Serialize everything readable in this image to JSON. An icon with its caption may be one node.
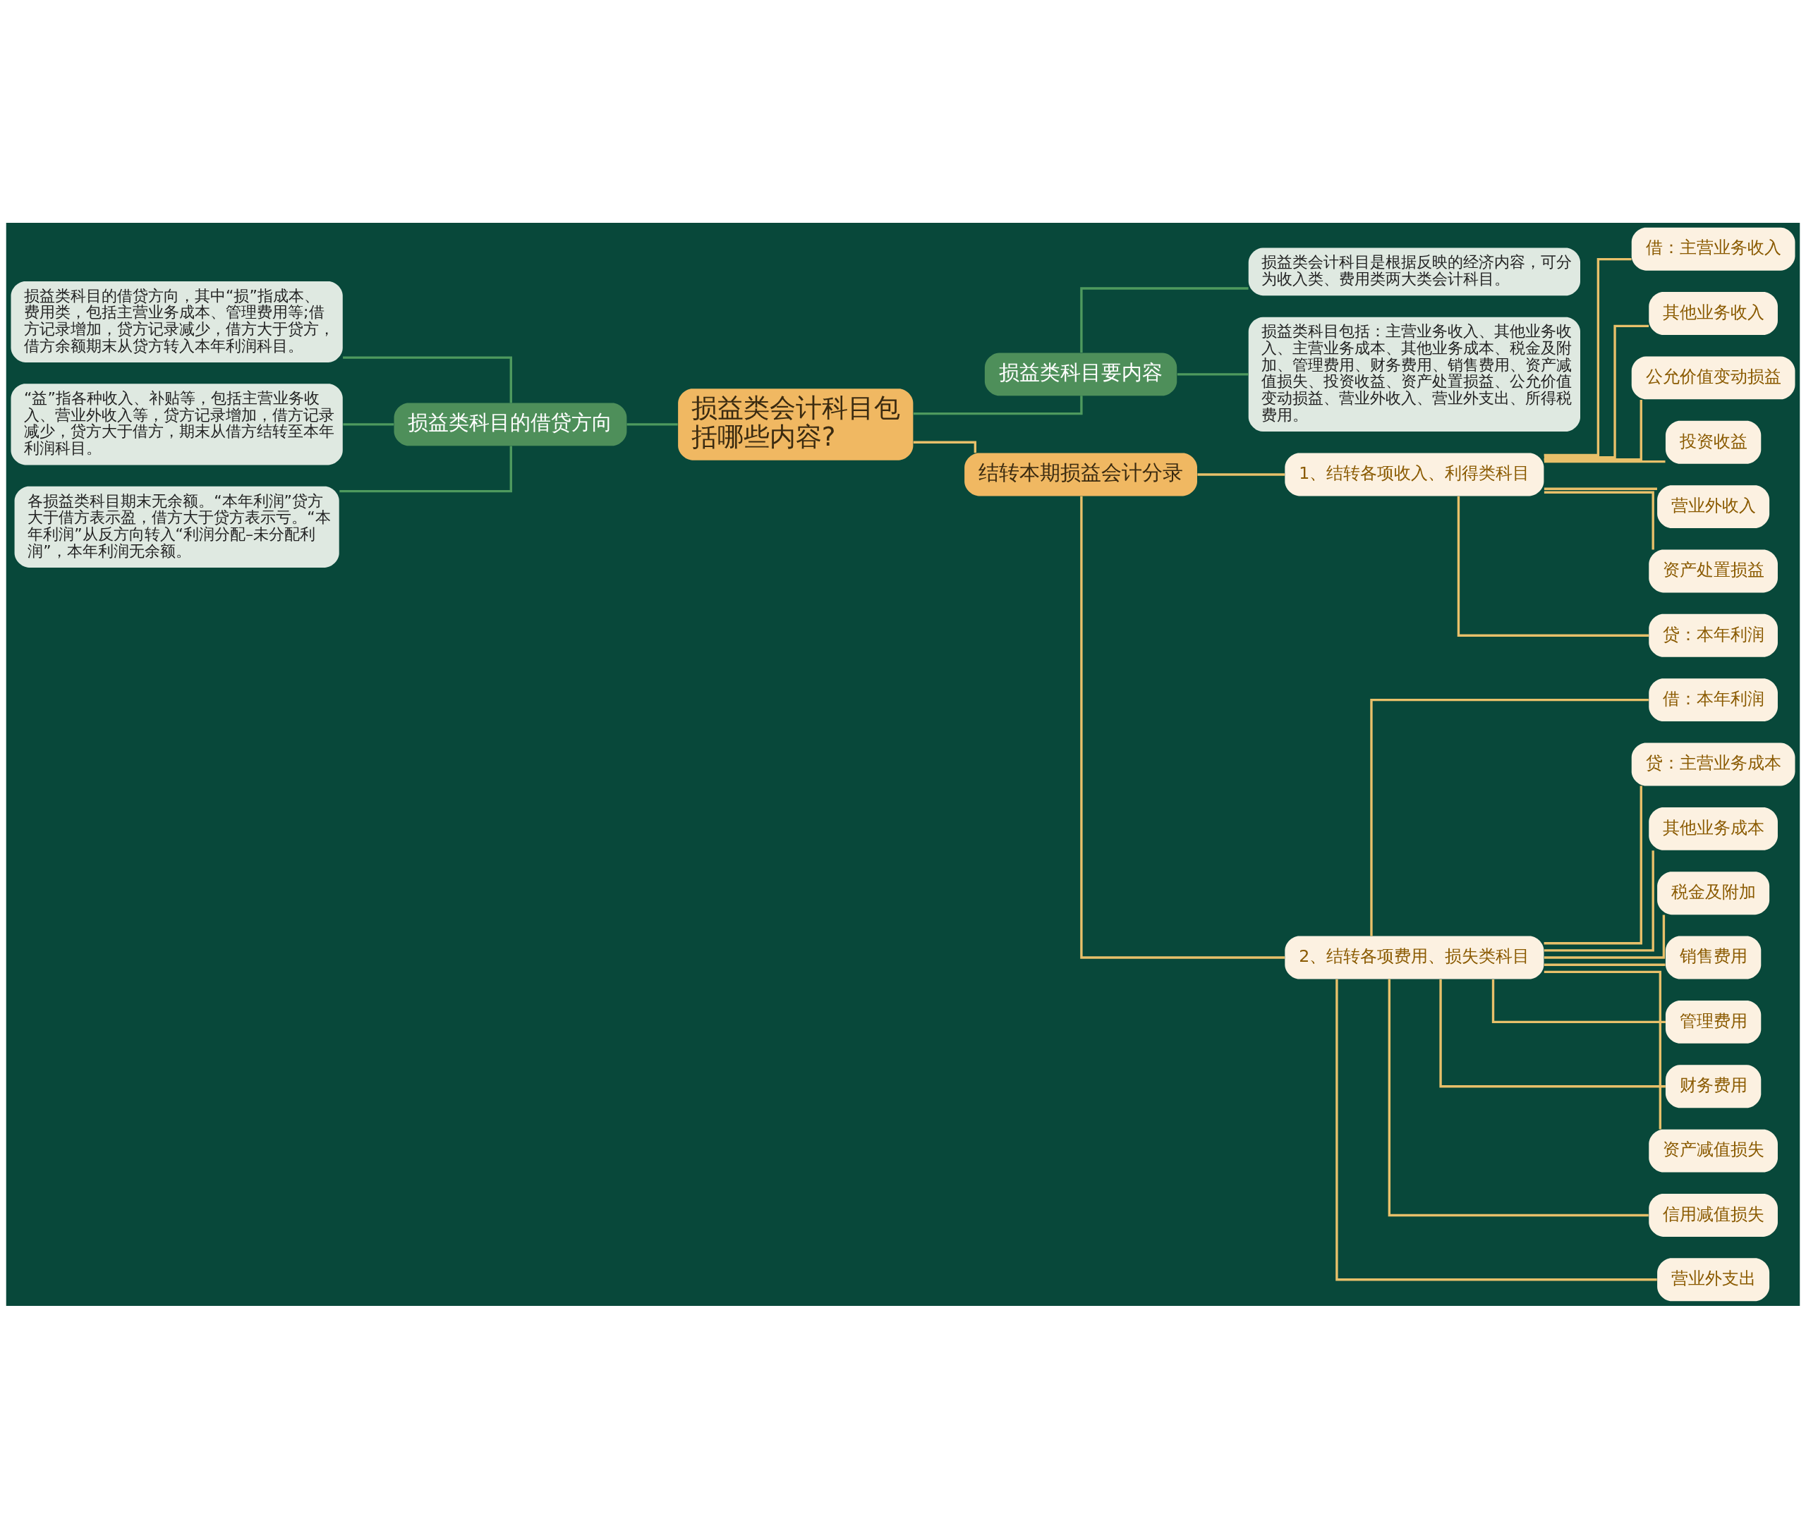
{
  "diagram": {
    "nodes": [
      {
        "text": [
          "损益类会计科目包括哪些内容?"
        ]
      },
      {
        "text": [
          "损益类科目的借贷方向"
        ]
      },
      {
        "text": [
          "损益类科目的借贷方向，其中“损”指成本、费用类，包括主营业务成本、管理费用等;借方记录增加，贷方记录减少，借方大于贷方，借方余额期末从贷方转入本年利润科目。"
        ]
      },
      {
        "text": [
          "“益”指各种收入、补贴等，包括主营业务收入、营业外收入等，贷方记录增加，借方记录减少，贷方大于借方，期末从借方结转至本年利润科目。"
        ]
      },
      {
        "text": [
          "各损益类科目期末无余额。“本年利润”贷方大于借方表示盈，借方大于贷方表示亏。“本年利润”从反方向转入“利润分配–未分配利润”，本年利润无余额。"
        ]
      },
      {
        "text": [
          "损益类科目要内容"
        ]
      },
      {
        "text": [
          "损益类会计科目是根据反映的经济内容，可分为收入类、费用类两大类会计科目。"
        ]
      },
      {
        "text": [
          "损益类科目包括：主营业务收入、其他业务收入、主营业务成本、其他业务成本、税金及附加、管理费用、财务费用、销售费用、资产减值损失、投资收益、资产处置损益、公允价值变动损益、营业外收入、营业外支出、所得税费用。"
        ]
      },
      {
        "text": [
          "结转本期损益会计分录"
        ]
      },
      {
        "text": [
          "1、结转各项收入、利得类科目"
        ]
      },
      {
        "text": [
          "借：主营业务收入"
        ]
      },
      {
        "text": [
          "其他业务收入"
        ]
      },
      {
        "text": [
          "公允价值变动损益"
        ]
      },
      {
        "text": [
          "投资收益"
        ]
      },
      {
        "text": [
          "营业外收入"
        ]
      },
      {
        "text": [
          "资产处置损益"
        ]
      },
      {
        "text": [
          "贷：本年利润"
        ]
      },
      {
        "text": [
          "2、结转各项费用、损失类科目"
        ]
      },
      {
        "text": [
          "借：本年利润"
        ]
      },
      {
        "text": [
          "贷：主营业务成本"
        ]
      },
      {
        "text": [
          "其他业务成本"
        ]
      },
      {
        "text": [
          "税金及附加"
        ]
      },
      {
        "text": [
          "销售费用"
        ]
      },
      {
        "text": [
          "管理费用"
        ]
      },
      {
        "text": [
          "财务费用"
        ]
      },
      {
        "text": [
          "资产减值损失"
        ]
      },
      {
        "text": [
          "信用减值损失"
        ]
      },
      {
        "text": [
          "营业外支出"
        ]
      }
    ],
    "edges": [
      {
        "from": 0,
        "to": 1,
        "arrow": "none",
        "color": "#4e9a5e"
      },
      {
        "from": 1,
        "to": 2,
        "arrow": "none",
        "color": "#4e9a5e"
      },
      {
        "from": 1,
        "to": 3,
        "arrow": "none",
        "color": "#4e9a5e"
      },
      {
        "from": 1,
        "to": 4,
        "arrow": "none",
        "color": "#4e9a5e"
      },
      {
        "from": 0,
        "to": 5,
        "arrow": "none",
        "color": "#4e9a5e"
      },
      {
        "from": 5,
        "to": 6,
        "arrow": "none",
        "color": "#4e9a5e"
      },
      {
        "from": 5,
        "to": 7,
        "arrow": "none",
        "color": "#4e9a5e"
      },
      {
        "from": 0,
        "to": 8,
        "arrow": "none"
      },
      {
        "from": 8,
        "to": 9,
        "arrow": "none"
      },
      {
        "from": 9,
        "to": 10,
        "arrow": "none"
      },
      {
        "from": 9,
        "to": 11,
        "arrow": "none"
      },
      {
        "from": 9,
        "to": 12,
        "arrow": "none"
      },
      {
        "from": 9,
        "to": 13,
        "arrow": "none"
      },
      {
        "from": 9,
        "to": 14,
        "arrow": "none"
      },
      {
        "from": 9,
        "to": 15,
        "arrow": "none"
      },
      {
        "from": 9,
        "to": 16,
        "arrow": "none"
      },
      {
        "from": 8,
        "to": 17,
        "arrow": "none"
      },
      {
        "from": 17,
        "to": 18,
        "arrow": "none"
      },
      {
        "from": 17,
        "to": 19,
        "arrow": "none"
      },
      {
        "from": 17,
        "to": 20,
        "arrow": "none"
      },
      {
        "from": 17,
        "to": 21,
        "arrow": "none"
      },
      {
        "from": 17,
        "to": 22,
        "arrow": "none"
      },
      {
        "from": 17,
        "to": 23,
        "arrow": "none"
      },
      {
        "from": 17,
        "to": 24,
        "arrow": "none"
      },
      {
        "from": 17,
        "to": 25,
        "arrow": "none"
      },
      {
        "from": 17,
        "to": 26,
        "arrow": "none"
      },
      {
        "from": 17,
        "to": 27,
        "arrow": "none"
      }
    ]
  }
}
